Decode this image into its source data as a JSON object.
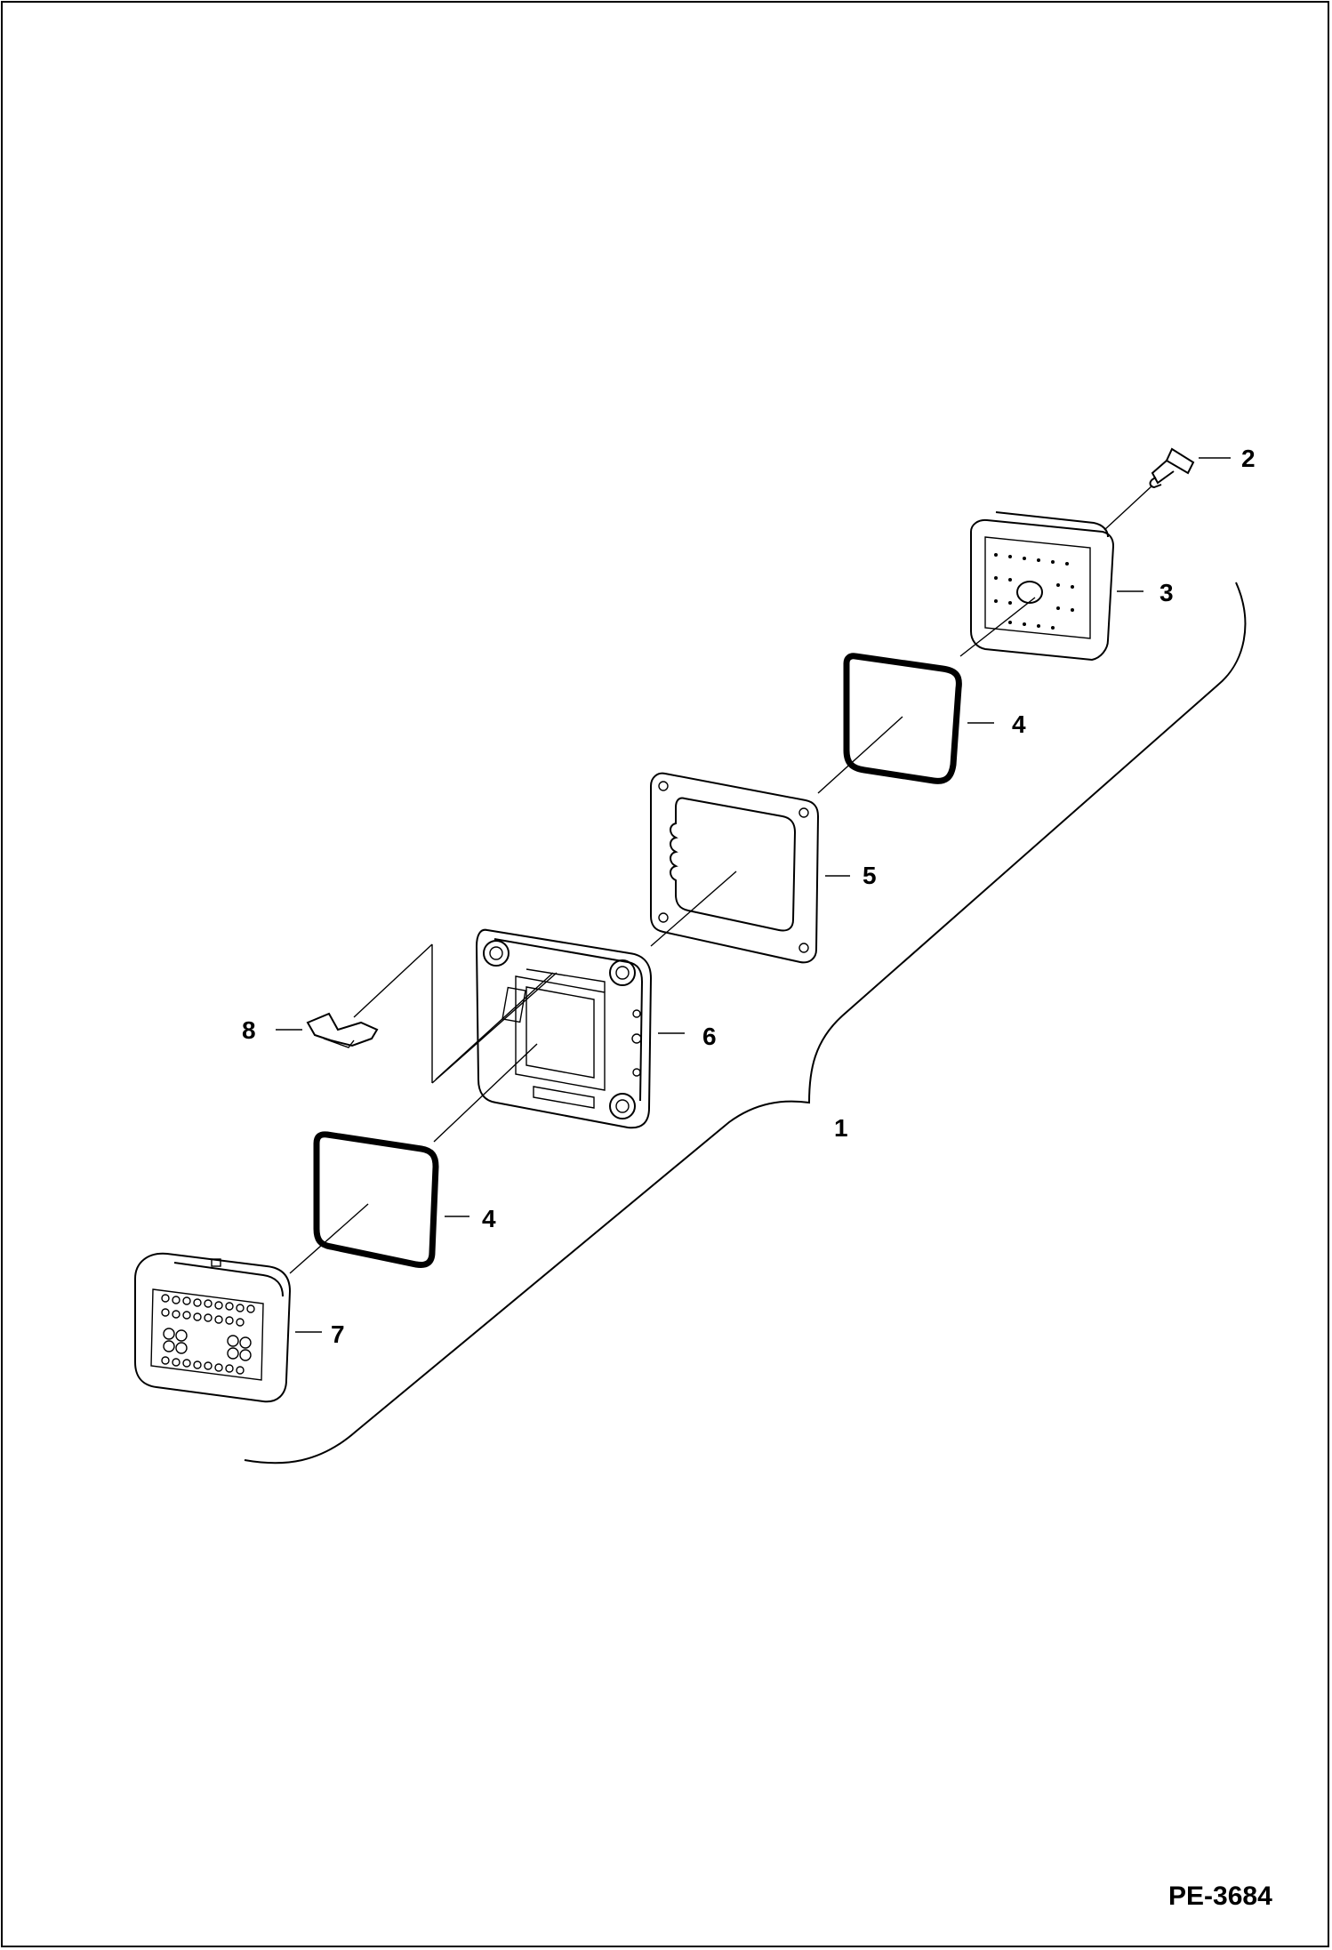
{
  "diagram": {
    "figure_id": "PE-3684",
    "callouts": {
      "c1": "1",
      "c2": "2",
      "c3": "3",
      "c4a": "4",
      "c4b": "4",
      "c5": "5",
      "c6": "6",
      "c7": "7",
      "c8": "8"
    }
  }
}
